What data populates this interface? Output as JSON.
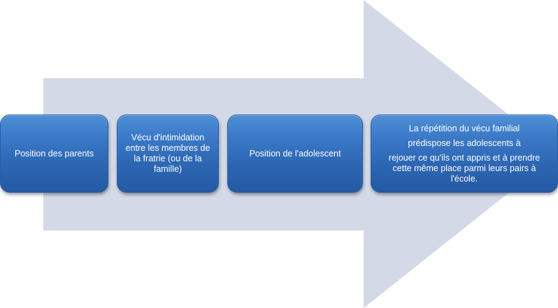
{
  "diagram": {
    "steps": [
      {
        "label": "Position des parents"
      },
      {
        "label": "Vécu d'intimidation entre les membres de la fratrie (ou de la famille)"
      },
      {
        "label": "Position de l'adolescent"
      },
      {
        "lines": [
          "La répétition du vécu familial",
          "prédispose les adolescents à",
          "rejouer ce qu'ils ont appris et à prendre",
          "cette même place parmi leurs pairs à",
          "l'école."
        ]
      }
    ],
    "colors": {
      "arrow": "#d3d9e6",
      "box_top": "#4f8fd6",
      "box_bottom": "#245aa3",
      "text": "#ffffff"
    }
  }
}
